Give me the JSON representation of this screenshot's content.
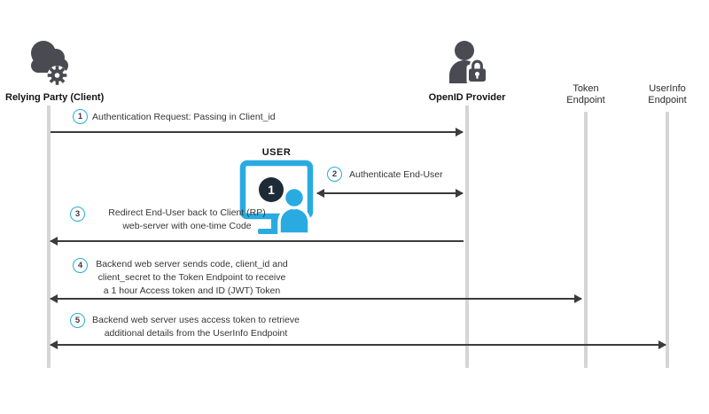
{
  "actors": [
    {
      "id": "relying-party",
      "label": "Relying Party (Client)",
      "icon": "cloud-gear-icon"
    },
    {
      "id": "openid-provider",
      "label": "OpenID Provider",
      "icon": "user-lock-icon"
    },
    {
      "id": "token-endpoint",
      "label_lines": [
        "Token",
        "Endpoint"
      ]
    },
    {
      "id": "userinfo-endpoint",
      "label_lines": [
        "UserInfo",
        "Endpoint"
      ]
    }
  ],
  "user": {
    "label": "USER",
    "screen_badge": "1",
    "icon": "user-monitor-icon"
  },
  "steps": [
    {
      "number": "1",
      "lines": [
        "Authentication Request: Passing in Client_id"
      ]
    },
    {
      "number": "2",
      "lines": [
        "Authenticate End-User"
      ]
    },
    {
      "number": "3",
      "lines": [
        "Redirect End-User back to Client (RP)",
        "web-server with one-time Code"
      ]
    },
    {
      "number": "4",
      "lines": [
        "Backend web server sends code, client_id and",
        "client_secret to the Token Endpoint to receive",
        "a 1 hour Access token and ID (JWT) Token"
      ]
    },
    {
      "number": "5",
      "lines": [
        "Backend web server uses access token to retrieve",
        "additional details from the UserInfo Endpoint"
      ]
    }
  ],
  "colors": {
    "accent_cyan": "#29ABE2",
    "icon_dark": "#4A4B52",
    "badge_navy": "#1E2A36",
    "lifeline_gray": "#D5D5D5",
    "arrow_dark": "#3B3B3B"
  }
}
